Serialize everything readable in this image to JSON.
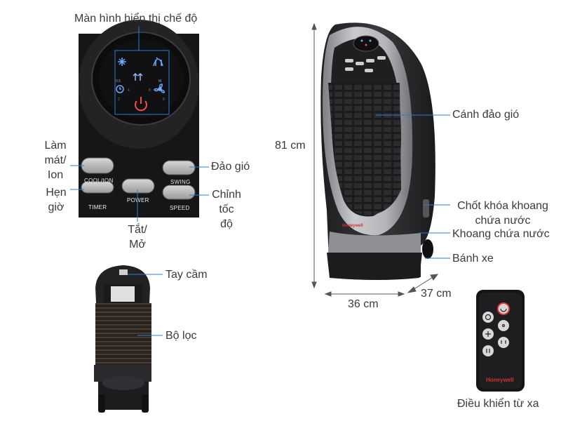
{
  "panel": {
    "display_label": "Màn hình hiển thị chế độ",
    "cool_label": "Làm\nmát/\nIon",
    "timer_label": "Hẹn\ngiờ",
    "power_label": "Tắt/\nMở",
    "swing_label": "Đảo gió",
    "speed_label": "Chỉnh\ntốc\nđộ",
    "buttons": {
      "cool": "COOL/ION",
      "timer": "TIMER",
      "power": "POWER",
      "swing": "SWING",
      "speed": "SPEED"
    },
    "display_marks": {
      "speed_low": "0.5",
      "speed_mid": "M",
      "timer_4": "4",
      "timer_8": "8",
      "timer_2": "2",
      "timer_8b": "8"
    }
  },
  "front": {
    "height_label": "81 cm",
    "width_label": "36 cm",
    "depth_label": "37 cm",
    "louver_label": "Cánh đảo gió",
    "lock_label": "Chốt khóa khoang\nchứa nước",
    "tank_label": "Khoang chứa nước",
    "wheel_label": "Bánh xe",
    "brand": "Honeywell"
  },
  "back": {
    "handle_label": "Tay cầm",
    "filter_label": "Bộ lọc"
  },
  "remote": {
    "caption": "Điều khiển từ xa",
    "brand": "Honeywell"
  },
  "colors": {
    "body_dark": "#2b2b2d",
    "body_silver": "#a6a8ac",
    "leader_line": "#2a7fd4",
    "brand_red": "#d03030",
    "display_blue": "#6fa8ff"
  }
}
